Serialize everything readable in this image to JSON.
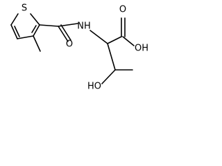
{
  "structure": {
    "atom_labels": {
      "sulfur": "S",
      "amide_nh": "NH",
      "amide_oxygen": "O",
      "acid_oxygen": "O",
      "acid_hydroxyl": "OH",
      "alcohol_hydroxyl": "HO"
    }
  }
}
